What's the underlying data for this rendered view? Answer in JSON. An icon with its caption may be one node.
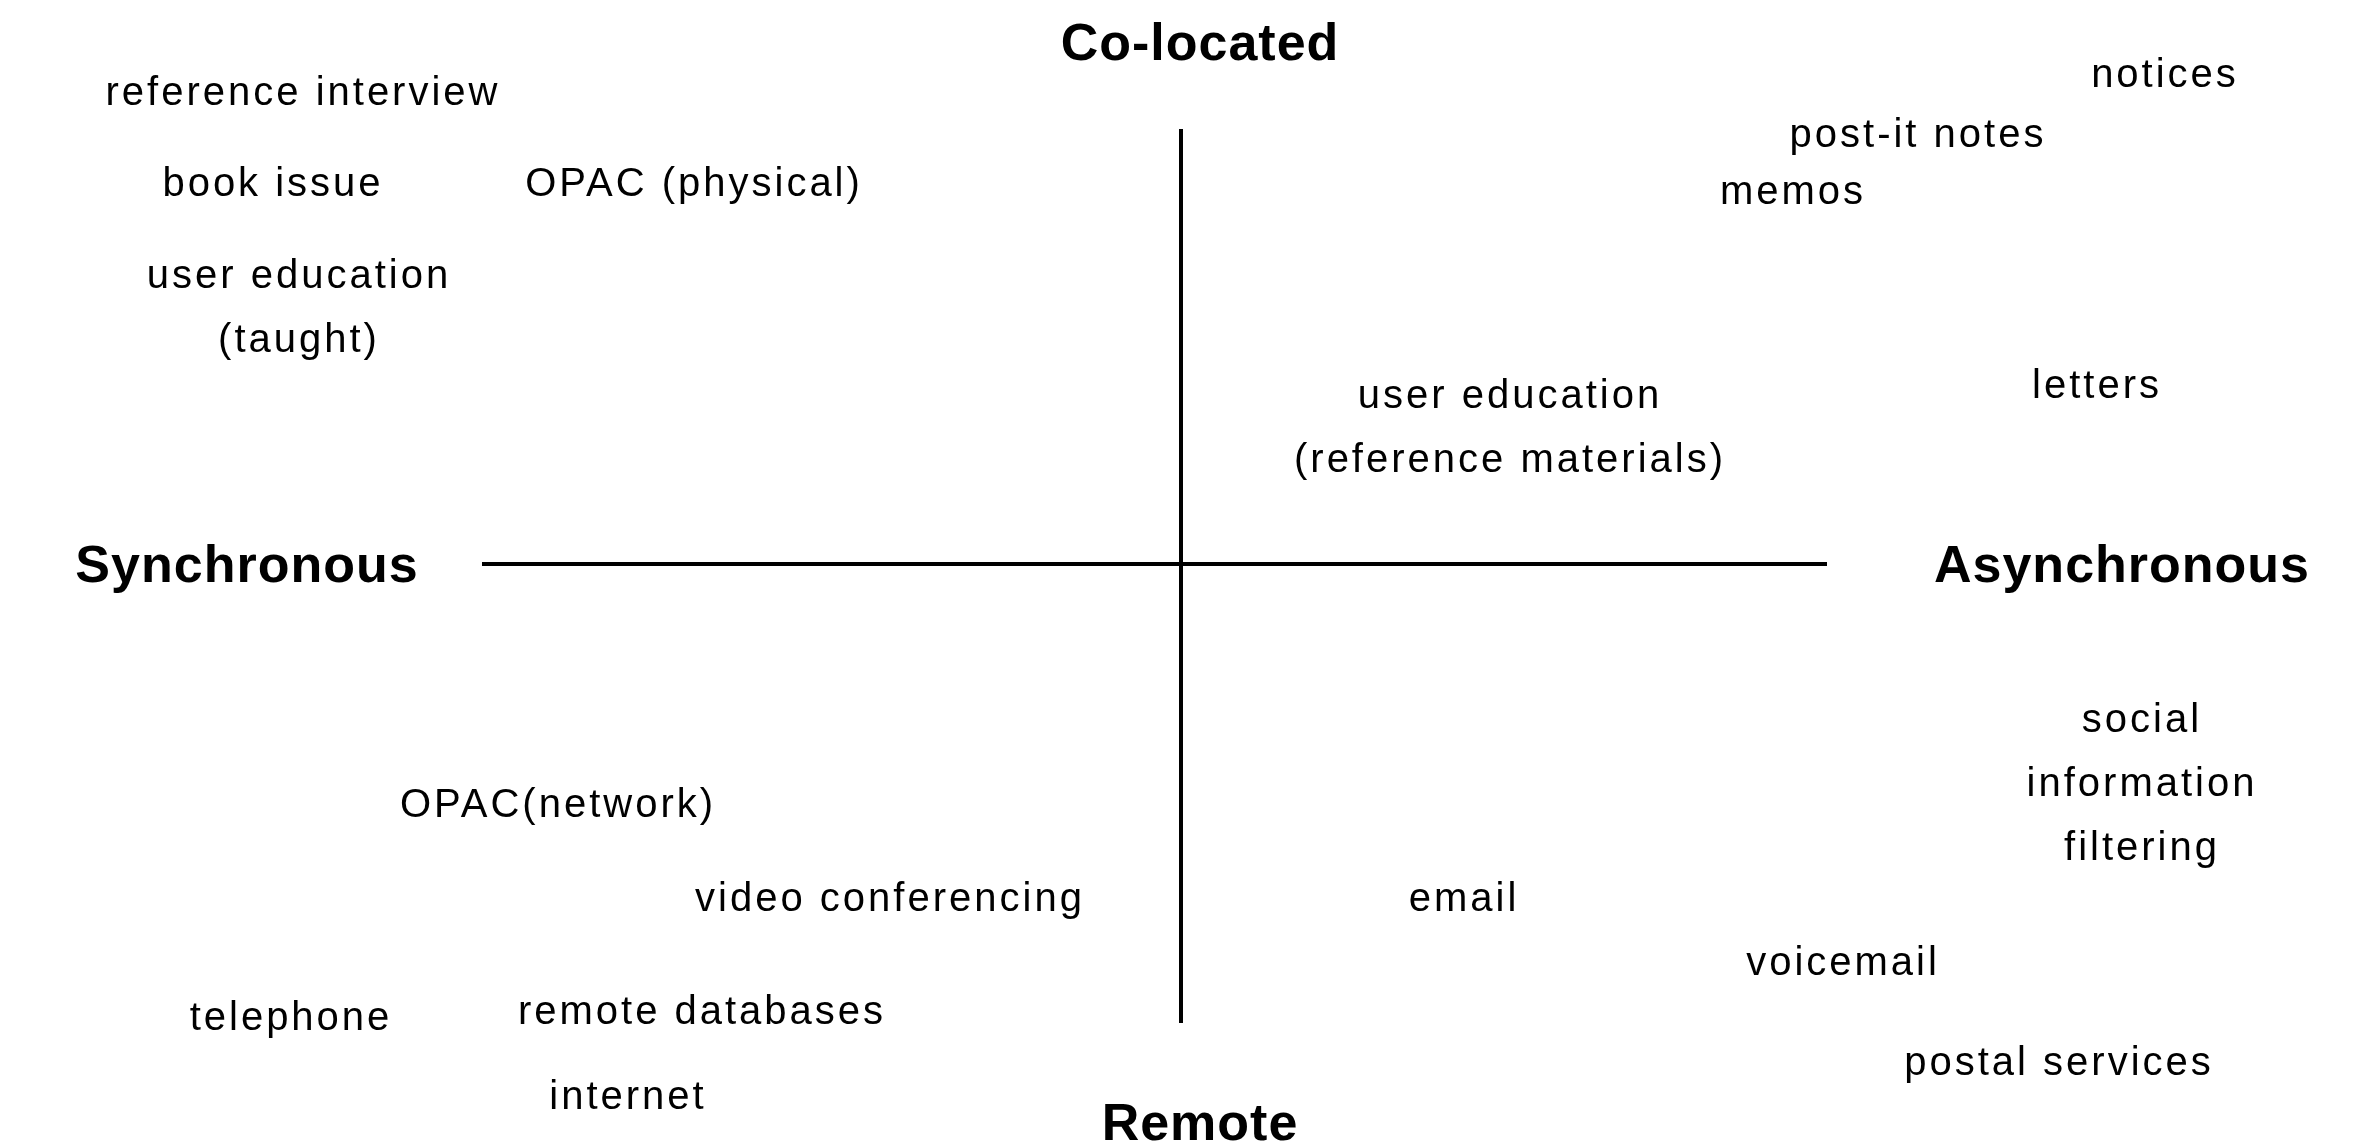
{
  "diagram": {
    "labels": [
      "Co-located",
      "reference interview",
      "book issue",
      "OPAC (physical)",
      "notices",
      "post-it notes",
      "memos",
      "user education (taught)",
      "letters",
      "user education (reference materials)",
      "Synchronous",
      "Asynchronous",
      "social information filtering",
      "OPAC(network)",
      "video conferencing",
      "email",
      "voicemail",
      "telephone",
      "remote databases",
      "internet",
      "postal services",
      "Remote"
    ]
  }
}
